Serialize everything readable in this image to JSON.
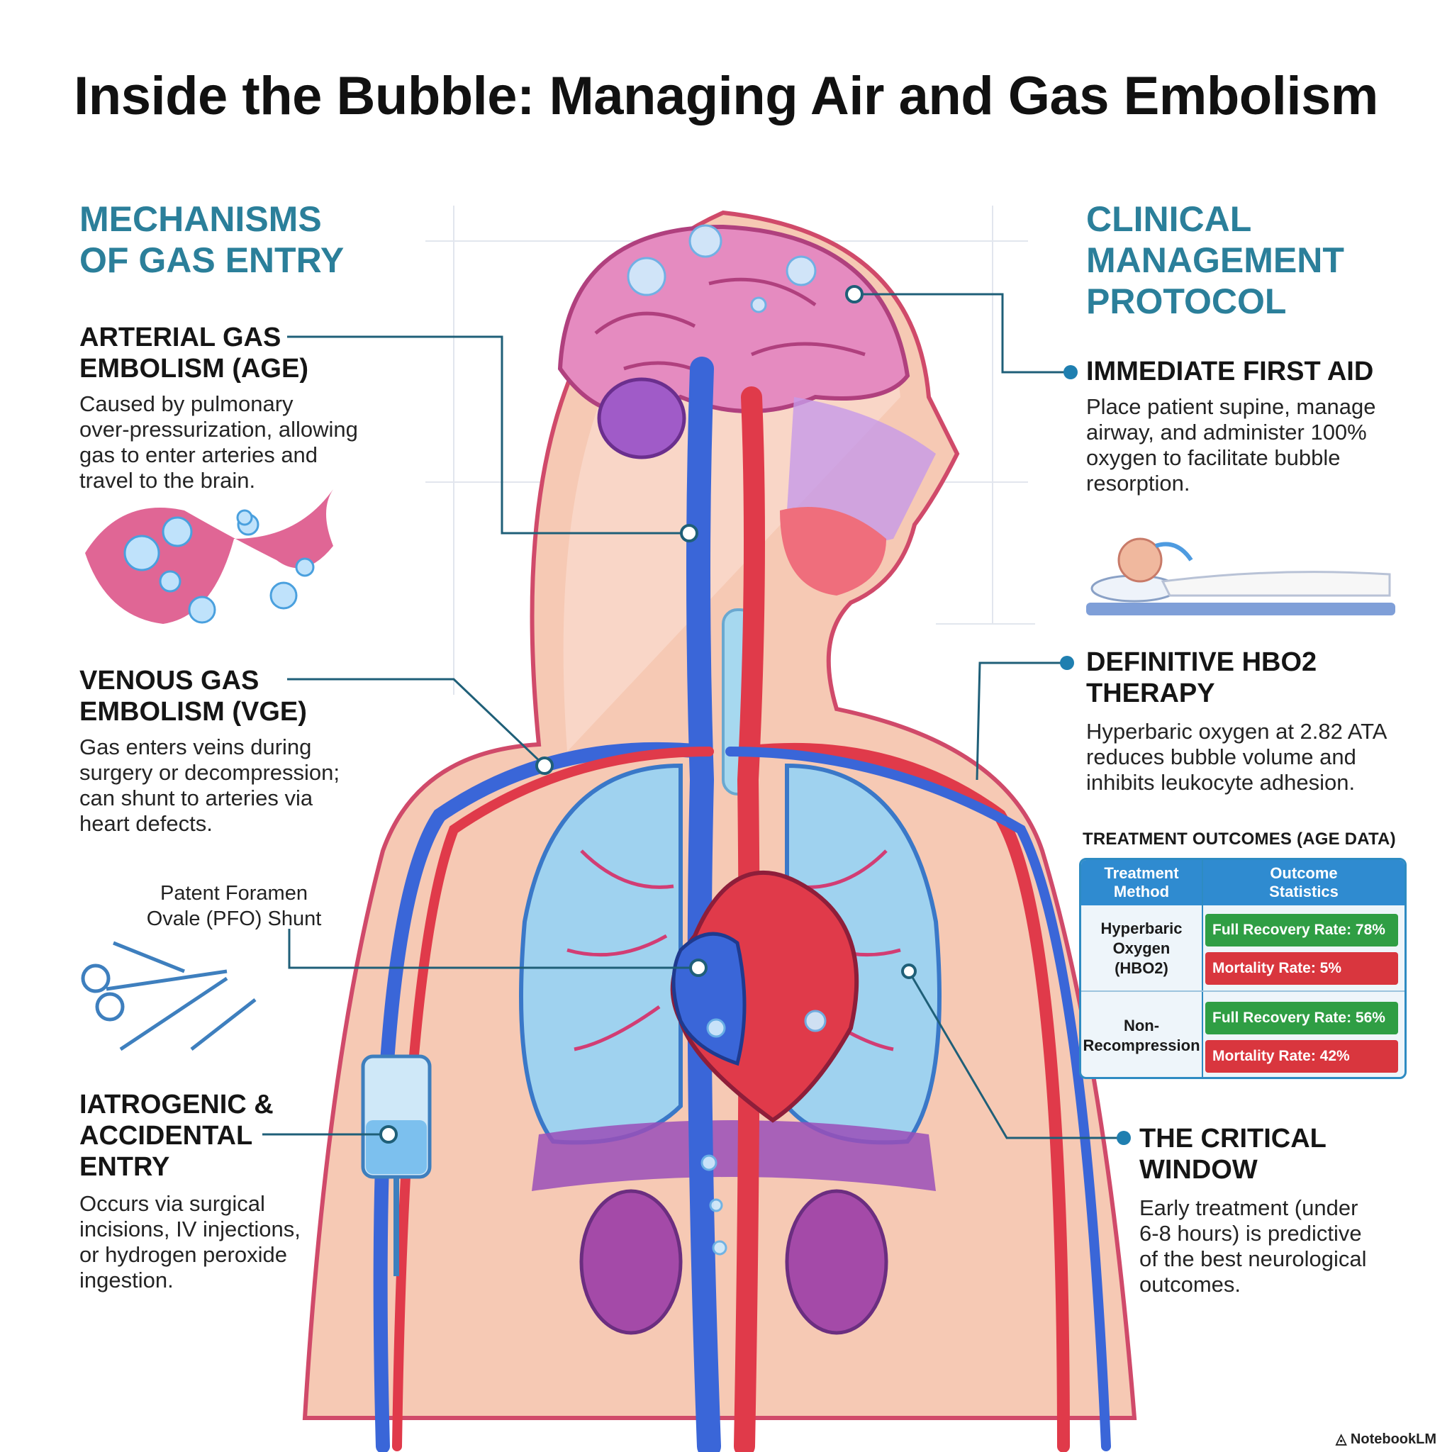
{
  "title": "Inside the Bubble: Managing Air and Gas Embolism",
  "left": {
    "heading": [
      "MECHANISMS",
      "OF GAS ENTRY"
    ],
    "items": [
      {
        "title": [
          "ARTERIAL GAS",
          "EMBOLISM (AGE)"
        ],
        "body": [
          "Caused by pulmonary",
          "over-pressurization, allowing",
          "gas to enter arteries and",
          "travel to the brain."
        ]
      },
      {
        "title": [
          "VENOUS GAS",
          "EMBOLISM (VGE)"
        ],
        "body": [
          "Gas enters veins during",
          "surgery or decompression;",
          "can shunt to arteries via",
          "heart defects."
        ]
      },
      {
        "title": [
          "IATROGENIC &",
          "ACCIDENTAL",
          "ENTRY"
        ],
        "body": [
          "Occurs via surgical",
          "incisions, IV injections,",
          "or hydrogen peroxide",
          "ingestion."
        ]
      }
    ],
    "pfo_label": [
      "Patent Foramen",
      "Ovale (PFO) Shunt"
    ]
  },
  "right": {
    "heading": [
      "CLINICAL",
      "MANAGEMENT",
      "PROTOCOL"
    ],
    "items": [
      {
        "title": [
          "IMMEDIATE FIRST AID"
        ],
        "body": [
          "Place patient supine, manage",
          "airway, and administer 100%",
          "oxygen to facilitate bubble",
          "resorption."
        ]
      },
      {
        "title": [
          "DEFINITIVE HBO2",
          "THERAPY"
        ],
        "body": [
          "Hyperbaric oxygen at 2.82 ATA",
          "reduces bubble volume and",
          "inhibits leukocyte adhesion."
        ]
      },
      {
        "title": [
          "THE CRITICAL",
          "WINDOW"
        ],
        "body": [
          "Early treatment (under",
          "6-8 hours) is predictive",
          "of the best neurological",
          "outcomes."
        ]
      }
    ]
  },
  "outcomes": {
    "title": "TREATMENT OUTCOMES (AGE DATA)",
    "header_method": [
      "Treatment",
      "Method"
    ],
    "header_stats": [
      "Outcome",
      "Statistics"
    ],
    "rows": [
      {
        "method": [
          "Hyperbaric",
          "Oxygen",
          "(HBO2)"
        ],
        "recovery": "Full Recovery Rate: 78%",
        "mortality": "Mortality Rate: 5%"
      },
      {
        "method": [
          "Non-",
          "Recompression"
        ],
        "recovery": "Full Recovery Rate: 56%",
        "mortality": "Mortality Rate: 42%"
      }
    ]
  },
  "footer": "NotebookLM",
  "colors": {
    "heading": "#2b7f9a",
    "artery": "#e03a4a",
    "vein": "#3a66d8",
    "skin": "#f6c9b4",
    "lung": "#9fd2ef",
    "brain": "#e58bc0",
    "table_header": "#2f8bd0",
    "recovery": "#2f9e44",
    "mortality": "#d9363e"
  }
}
